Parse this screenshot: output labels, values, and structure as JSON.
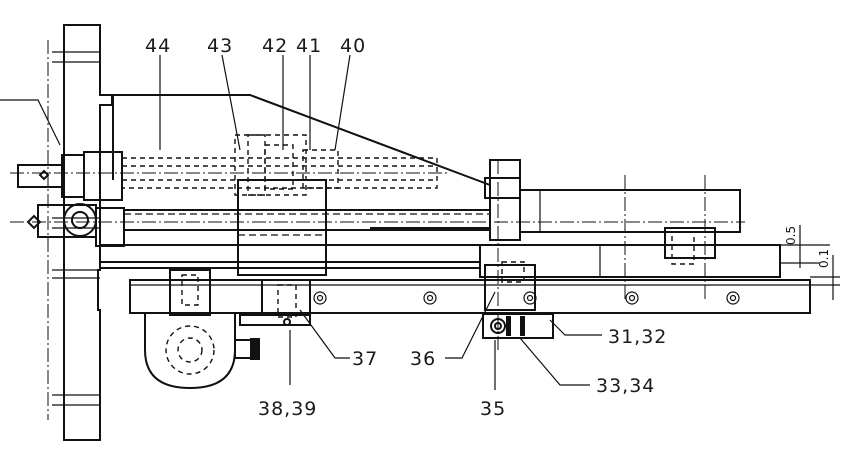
{
  "drawing": {
    "callouts": {
      "c44": "44",
      "c43": "43",
      "c42": "42",
      "c41": "41",
      "c40": "40",
      "c37": "37",
      "c36": "36",
      "c35": "35",
      "c3839": "38,39",
      "c3132": "31,32",
      "c3334": "33,34"
    },
    "dimensions": {
      "d05": "0.5",
      "d01": "0.1"
    },
    "colors": {
      "line": "#111111",
      "paper": "#ffffff"
    }
  }
}
